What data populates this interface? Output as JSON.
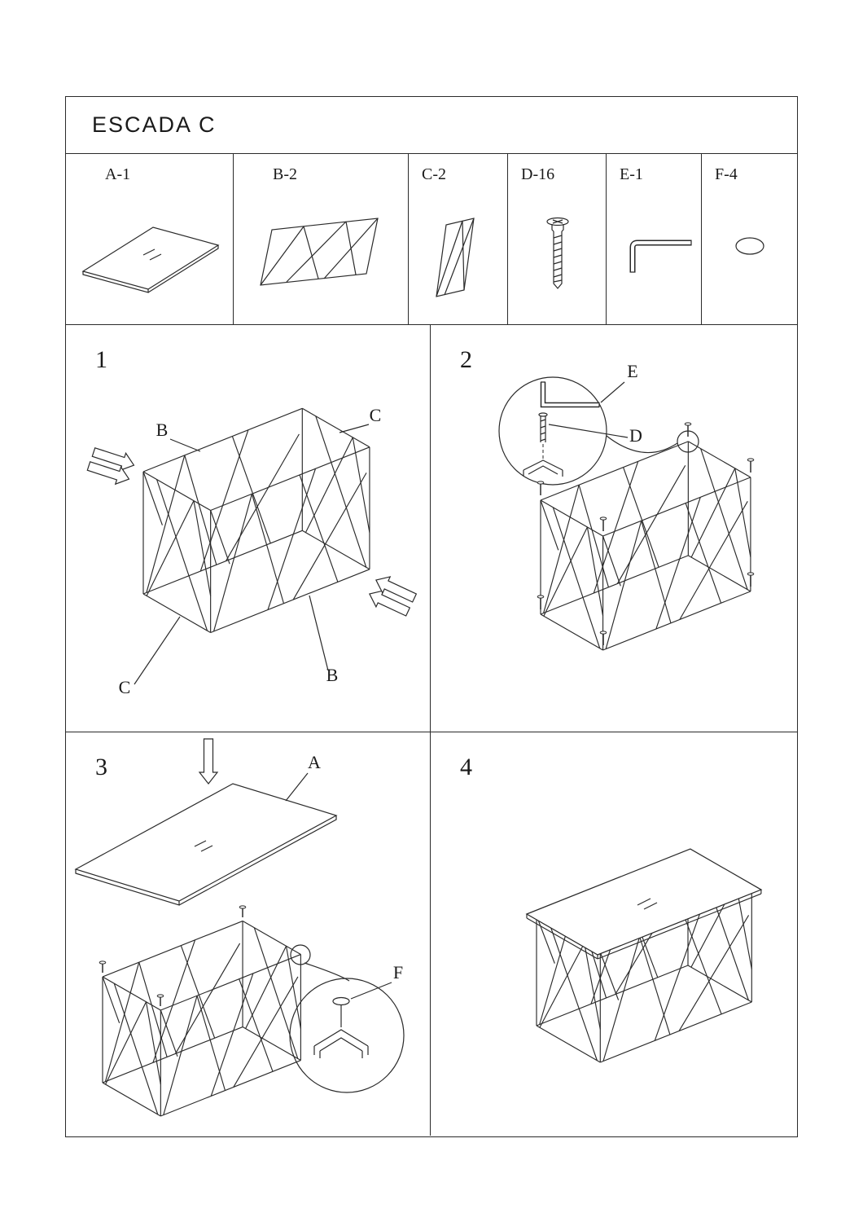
{
  "title": "ESCADA C",
  "parts": [
    "A-1",
    "B-2",
    "C-2",
    "D-16",
    "E-1",
    "F-4"
  ],
  "steps": {
    "one": {
      "number": "1",
      "callouts": {
        "b_top": "B",
        "c_top": "C",
        "c_bottom": "C",
        "b_bottom": "B"
      }
    },
    "two": {
      "number": "2",
      "callouts": {
        "e": "E",
        "d": "D"
      }
    },
    "three": {
      "number": "3",
      "callouts": {
        "a": "A",
        "f": "F"
      }
    },
    "four": {
      "number": "4"
    }
  }
}
